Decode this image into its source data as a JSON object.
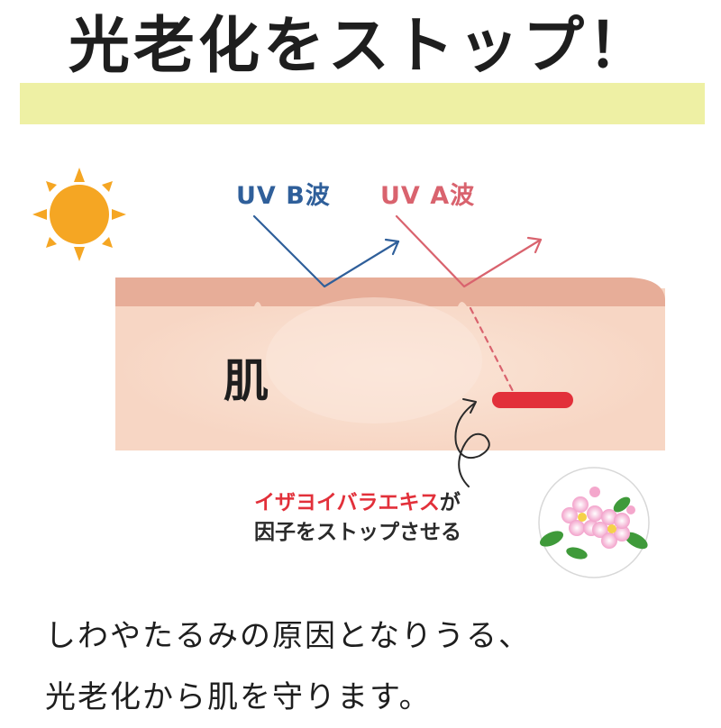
{
  "title": "光老化をストップ！",
  "diagram": {
    "uvb_label": "UV B波",
    "uva_label": "UV A波",
    "skin_label": "肌",
    "note_line1_red": "イザヨイバラエキス",
    "note_line1_rest": "が",
    "note_line2": "因子をストップさせる"
  },
  "bottom": {
    "line1": "しわやたるみの原因となりうる、",
    "line2": "光老化から肌を守ります。"
  },
  "colors": {
    "highlight": "#eef0a4",
    "uvb": "#2f5f9a",
    "uva": "#d9636e",
    "skin_top": "#e7ad98",
    "skin_body": "#f7d6c4",
    "factor_bar": "#e2303a",
    "sun": "#f5a623"
  },
  "icons": [
    "sun-icon",
    "rose-flower-icon",
    "curved-arrow-icon"
  ]
}
